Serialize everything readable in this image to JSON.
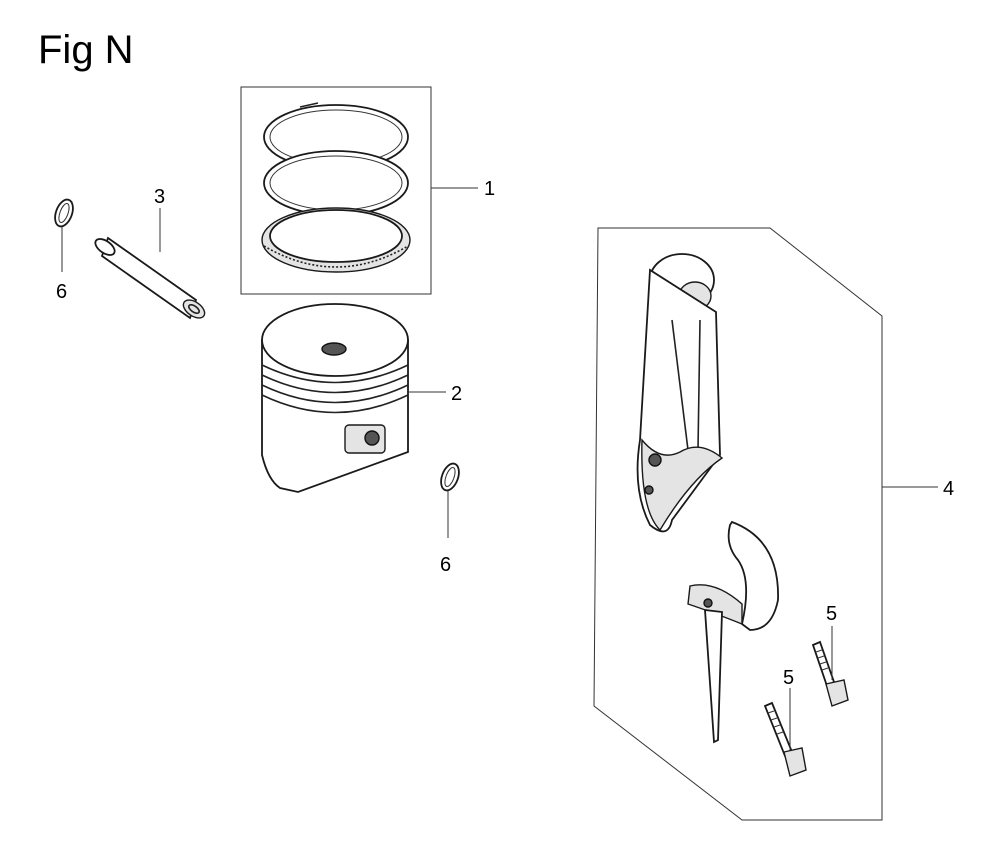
{
  "figure": {
    "title": "Fig N"
  },
  "callouts": {
    "c1": "1",
    "c2": "2",
    "c3": "3",
    "c4": "4",
    "c5a": "5",
    "c5b": "5",
    "c6a": "6",
    "c6b": "6"
  }
}
